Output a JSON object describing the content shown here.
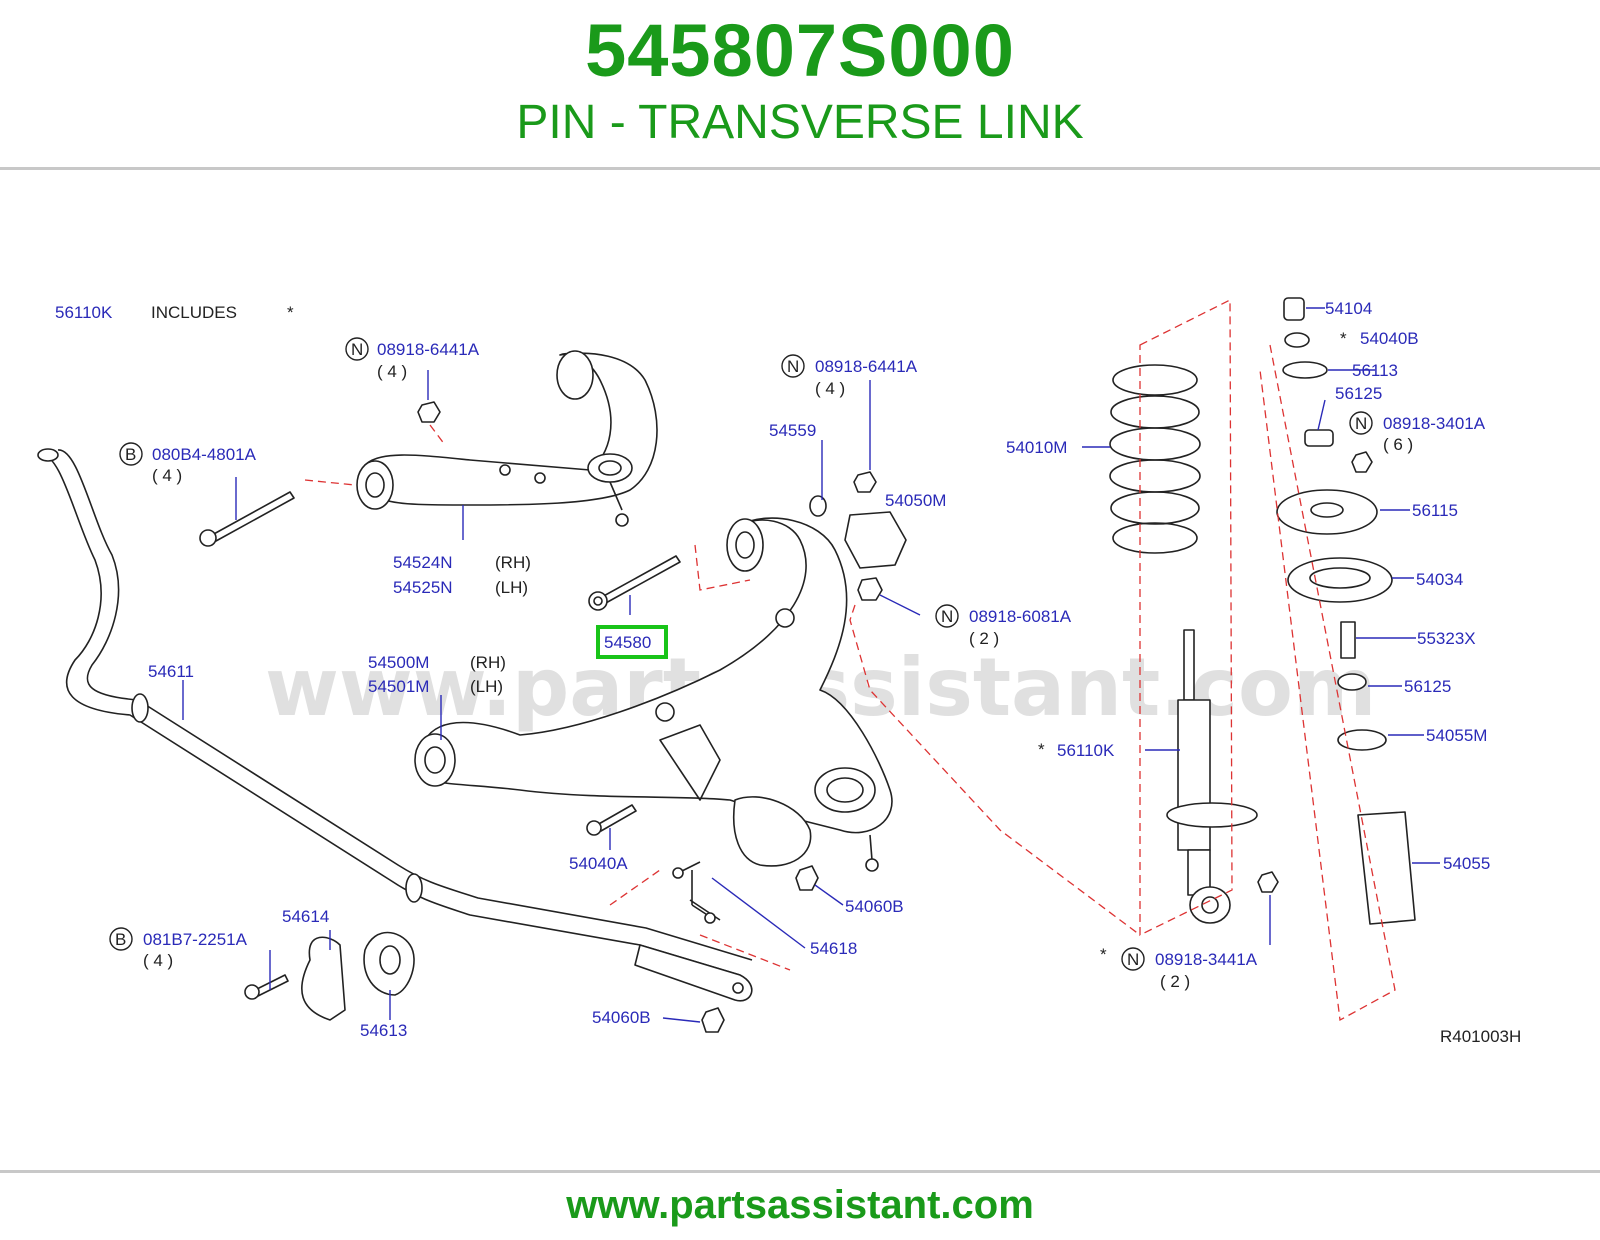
{
  "header": {
    "part_number": "545807S000",
    "part_name": "PIN - TRANSVERSE LINK"
  },
  "footer": {
    "url": "www.partsassistant.com"
  },
  "watermark": "www.partsassistant.com",
  "diagram_code": "R401003H",
  "highlight_color": "#19c419",
  "brand_color": "#1a9a1a",
  "label_color": "#2a2ab8",
  "includes_note": {
    "part": "56110K",
    "text": "INCLUDES",
    "mark": "*"
  },
  "labels": {
    "l_08918_6441A_a": "08918-6441A",
    "q_4_a": "( 4 )",
    "l_080B4_4801A": "080B4-4801A",
    "q_4_b": "( 4 )",
    "l_54524N": "54524N",
    "rh_1": "(RH)",
    "l_54525N": "54525N",
    "lh_1": "(LH)",
    "l_08918_6441A_b": "08918-6441A",
    "q_4_c": "( 4 )",
    "l_54559": "54559",
    "l_54050M": "54050M",
    "l_54580": "54580",
    "l_08918_6081A": "08918-6081A",
    "q_2_a": "( 2 )",
    "l_54611": "54611",
    "l_54500M": "54500M",
    "rh_2": "(RH)",
    "l_54501M": "54501M",
    "lh_2": "(LH)",
    "l_54040A": "54040A",
    "l_54060B_a": "54060B",
    "l_54618": "54618",
    "l_54614": "54614",
    "l_081B7_2251A": "081B7-2251A",
    "q_4_d": "( 4 )",
    "l_54613": "54613",
    "l_54060B_b": "54060B",
    "l_54010M": "54010M",
    "l_56110K_b": "56110K",
    "star_b": "*",
    "l_08918_3441A": "08918-3441A",
    "q_2_b": "( 2 )",
    "star_c": "*",
    "l_54104": "54104",
    "l_54040B": "54040B",
    "star_d": "*",
    "l_56113": "56113",
    "l_56125_a": "56125",
    "l_08918_3401A": "08918-3401A",
    "q_6": "( 6 )",
    "l_56115": "56115",
    "l_54034": "54034",
    "l_55323X": "55323X",
    "l_56125_b": "56125",
    "l_54055M": "54055M",
    "l_54055": "54055"
  },
  "markers": {
    "N": "N",
    "B": "B"
  }
}
